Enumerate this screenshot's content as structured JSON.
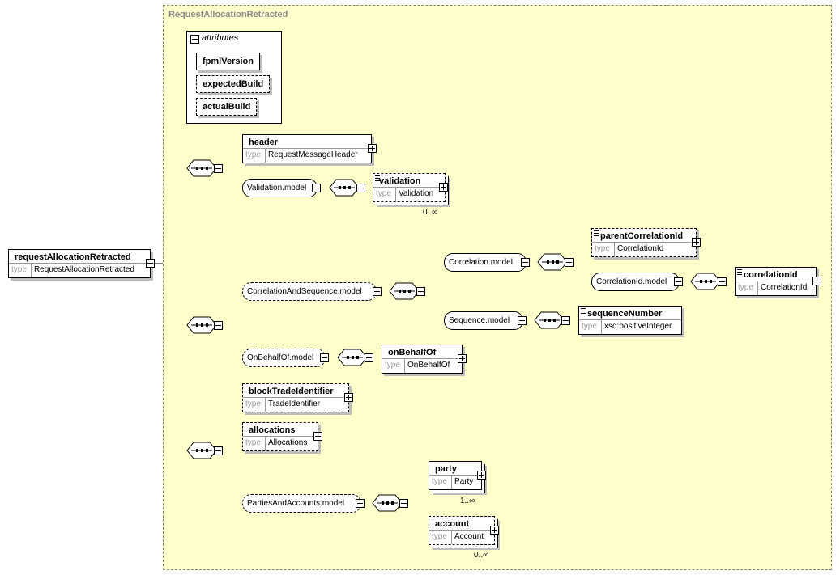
{
  "frame": {
    "title": "RequestAllocationRetracted"
  },
  "attributes": {
    "title": "attributes",
    "items": [
      {
        "name": "fpmlVersion",
        "optional": false
      },
      {
        "name": "expectedBuild",
        "optional": true
      },
      {
        "name": "actualBuild",
        "optional": true
      }
    ]
  },
  "root": {
    "name": "requestAllocationRetracted",
    "type_label": "type",
    "type": "RequestAllocationRetracted"
  },
  "elements": {
    "header": {
      "name": "header",
      "type_label": "type",
      "type": "RequestMessageHeader"
    },
    "validation": {
      "name": "validation",
      "type_label": "type",
      "type": "Validation",
      "card": "0..∞"
    },
    "parentCorrelationId": {
      "name": "parentCorrelationId",
      "type_label": "type",
      "type": "CorrelationId"
    },
    "correlationId": {
      "name": "correlationId",
      "type_label": "type",
      "type": "CorrelationId"
    },
    "sequenceNumber": {
      "name": "sequenceNumber",
      "type_label": "type",
      "type": "xsd:positiveInteger"
    },
    "onBehalfOf": {
      "name": "onBehalfOf",
      "type_label": "type",
      "type": "OnBehalfOf"
    },
    "blockTradeIdentifier": {
      "name": "blockTradeIdentifier",
      "type_label": "type",
      "type": "TradeIdentifier"
    },
    "allocations": {
      "name": "allocations",
      "type_label": "type",
      "type": "Allocations"
    },
    "party": {
      "name": "party",
      "type_label": "type",
      "type": "Party",
      "card": "1..∞"
    },
    "account": {
      "name": "account",
      "type_label": "type",
      "type": "Account",
      "card": "0..∞"
    }
  },
  "groups": {
    "validationModel": "Validation.model",
    "correlationAndSequenceModel": "CorrelationAndSequence.model",
    "correlationModel": "Correlation.model",
    "correlationIdModel": "CorrelationId.model",
    "sequenceModel": "Sequence.model",
    "onBehalfOfModel": "OnBehalfOf.model",
    "partiesAndAccountsModel": "PartiesAndAccounts.model"
  }
}
